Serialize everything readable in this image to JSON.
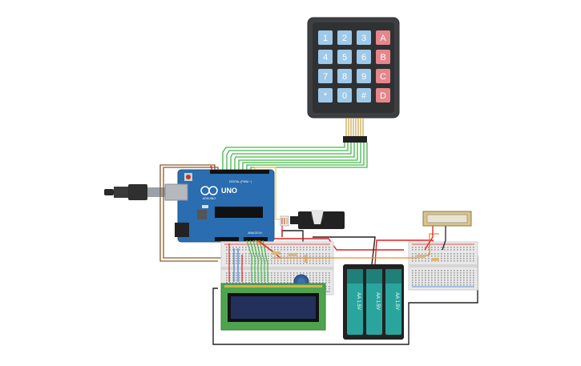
{
  "keypad": {
    "keys": [
      [
        "1",
        "2",
        "3",
        "A"
      ],
      [
        "4",
        "5",
        "6",
        "B"
      ],
      [
        "7",
        "8",
        "9",
        "C"
      ],
      [
        "*",
        "0",
        "#",
        "D"
      ]
    ],
    "colors": {
      "digit": "#9ec9e9",
      "letter": "#e6868a",
      "body": "#3d3f42"
    }
  },
  "arduino": {
    "model": "UNO",
    "brand": "ARDUINO",
    "digital_label": "DIGITAL (PWM ~)",
    "analog_label": "ANALOG IN",
    "color": "#2a6db0"
  },
  "batteries": {
    "label": "AA 1.5V",
    "count": 3
  },
  "wire_colors": {
    "green": "#43b649",
    "red": "#e02020",
    "black": "#222222",
    "brown": "#8b5a2b",
    "orange": "#f08a24",
    "yellow": "#f4d03f",
    "blue": "#3a7bd5"
  }
}
